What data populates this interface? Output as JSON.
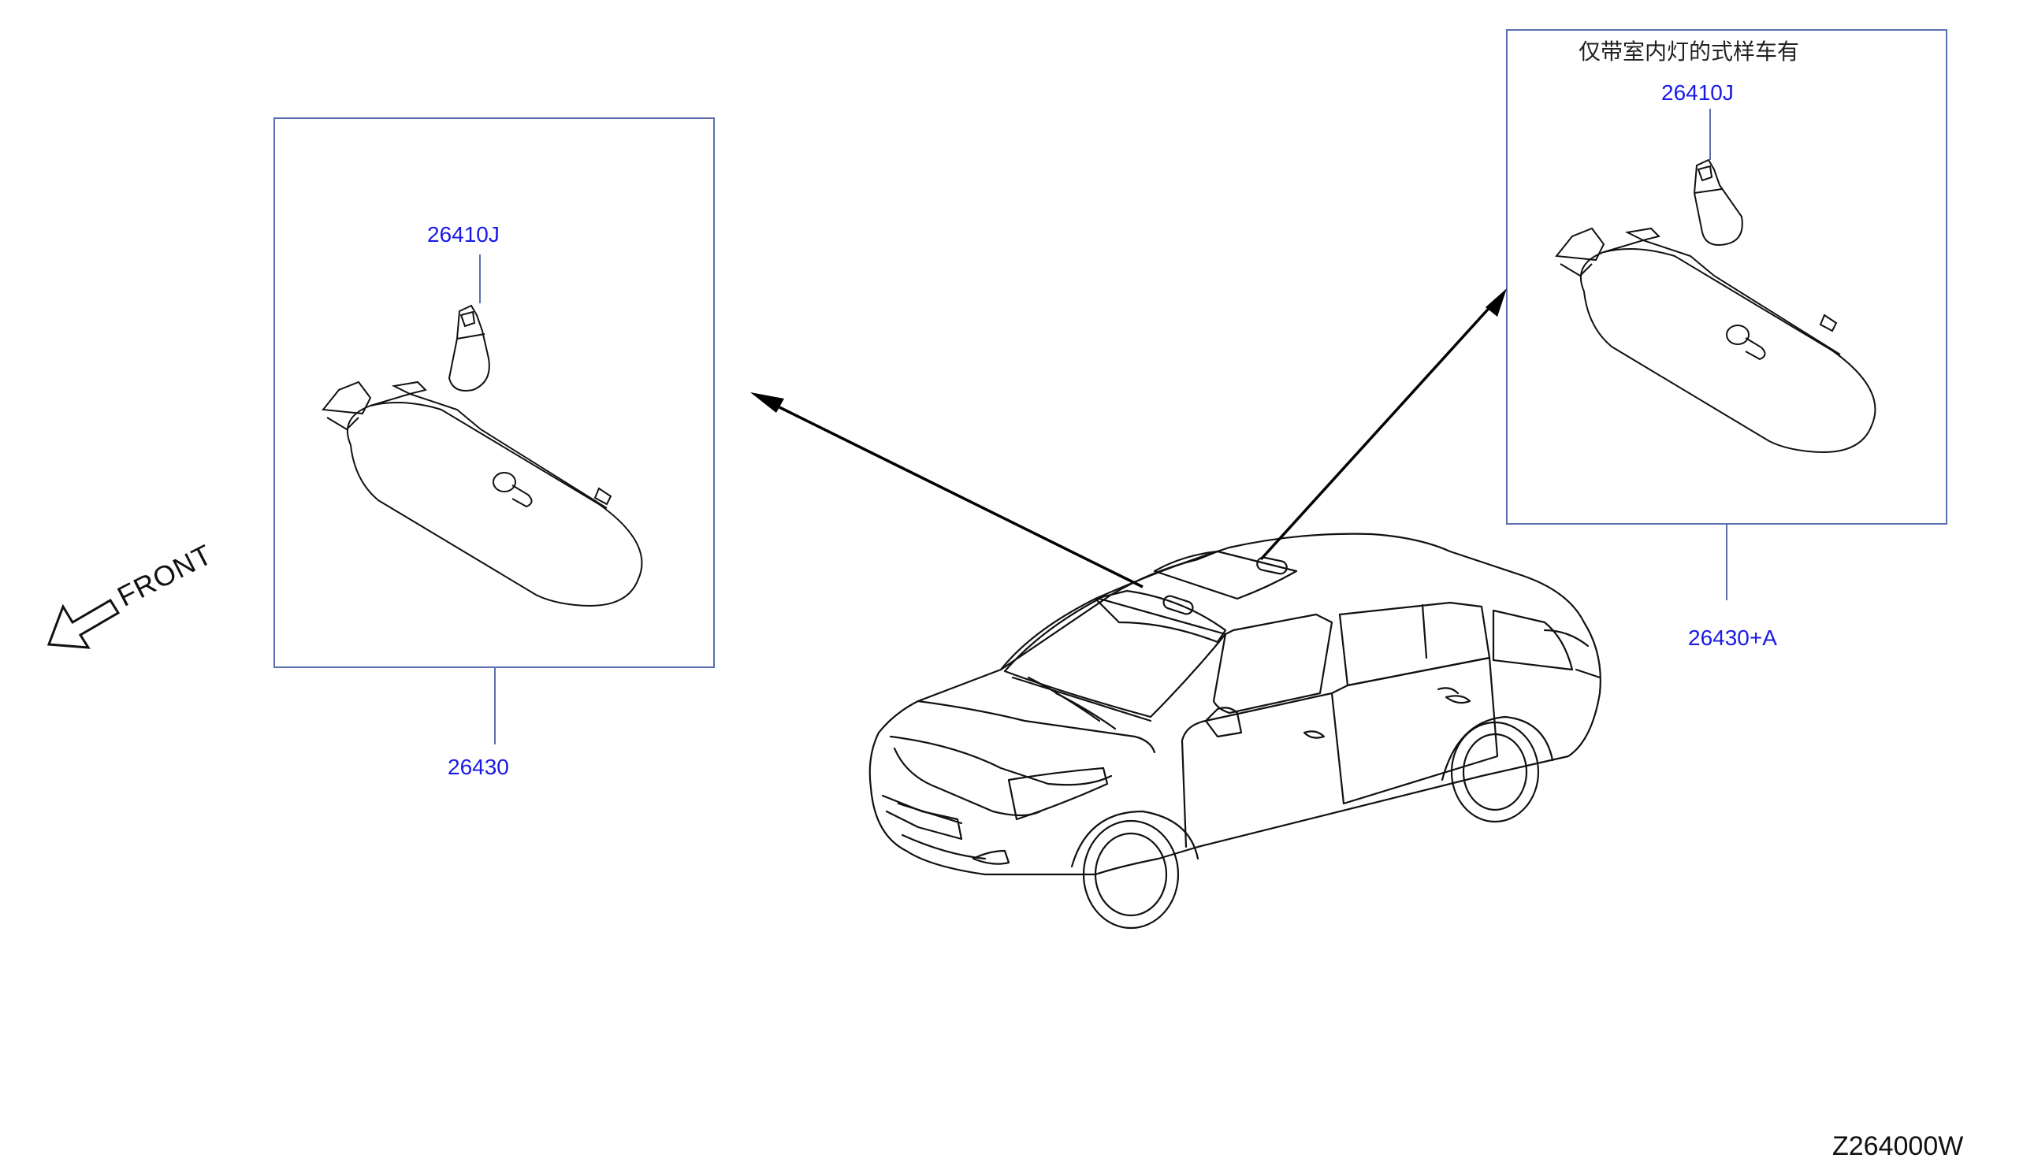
{
  "labels": {
    "left_bulb": "26410J",
    "left_lamp": "26430",
    "right_bulb": "26410J",
    "right_lamp": "26430+A",
    "right_note": "仅带室内灯的式样车有",
    "front": "FRONT",
    "diagram_code": "Z264000W"
  },
  "colors": {
    "part_label": "#1a1ae6",
    "box_border": "#5a6fb0",
    "line": "#000000"
  },
  "icons": {
    "front_arrow": "arrow-down-left-icon"
  }
}
